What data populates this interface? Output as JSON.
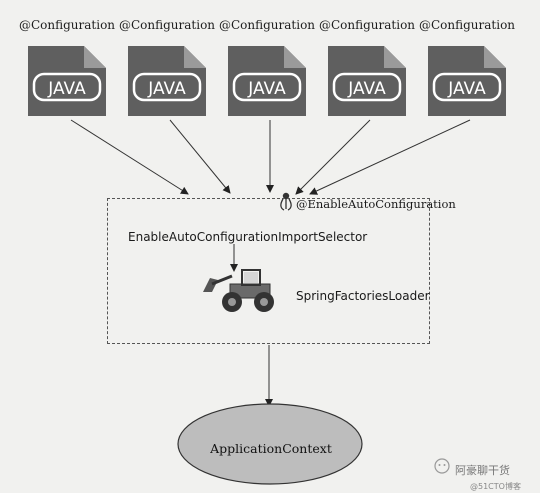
{
  "configurations": [
    {
      "label": "@Configuration",
      "icon_text": "JAVA"
    },
    {
      "label": "@Configuration",
      "icon_text": "JAVA"
    },
    {
      "label": "@Configuration",
      "icon_text": "JAVA"
    },
    {
      "label": "@Configuration",
      "icon_text": "JAVA"
    },
    {
      "label": "@Configuration",
      "icon_text": "JAVA"
    }
  ],
  "annotation": "@EnableAutoConfiguration",
  "selector": "EnableAutoConfigurationImportSelector",
  "loader": "SpringFactoriesLoader",
  "context": "ApplicationContext",
  "watermark": {
    "line1": "阿豪聊干货",
    "line2": "@51CTO博客"
  },
  "colors": {
    "icon_fill": "#5f5f5f",
    "ellipse_fill": "#bdbdbd",
    "background": "#f1f1ef"
  }
}
